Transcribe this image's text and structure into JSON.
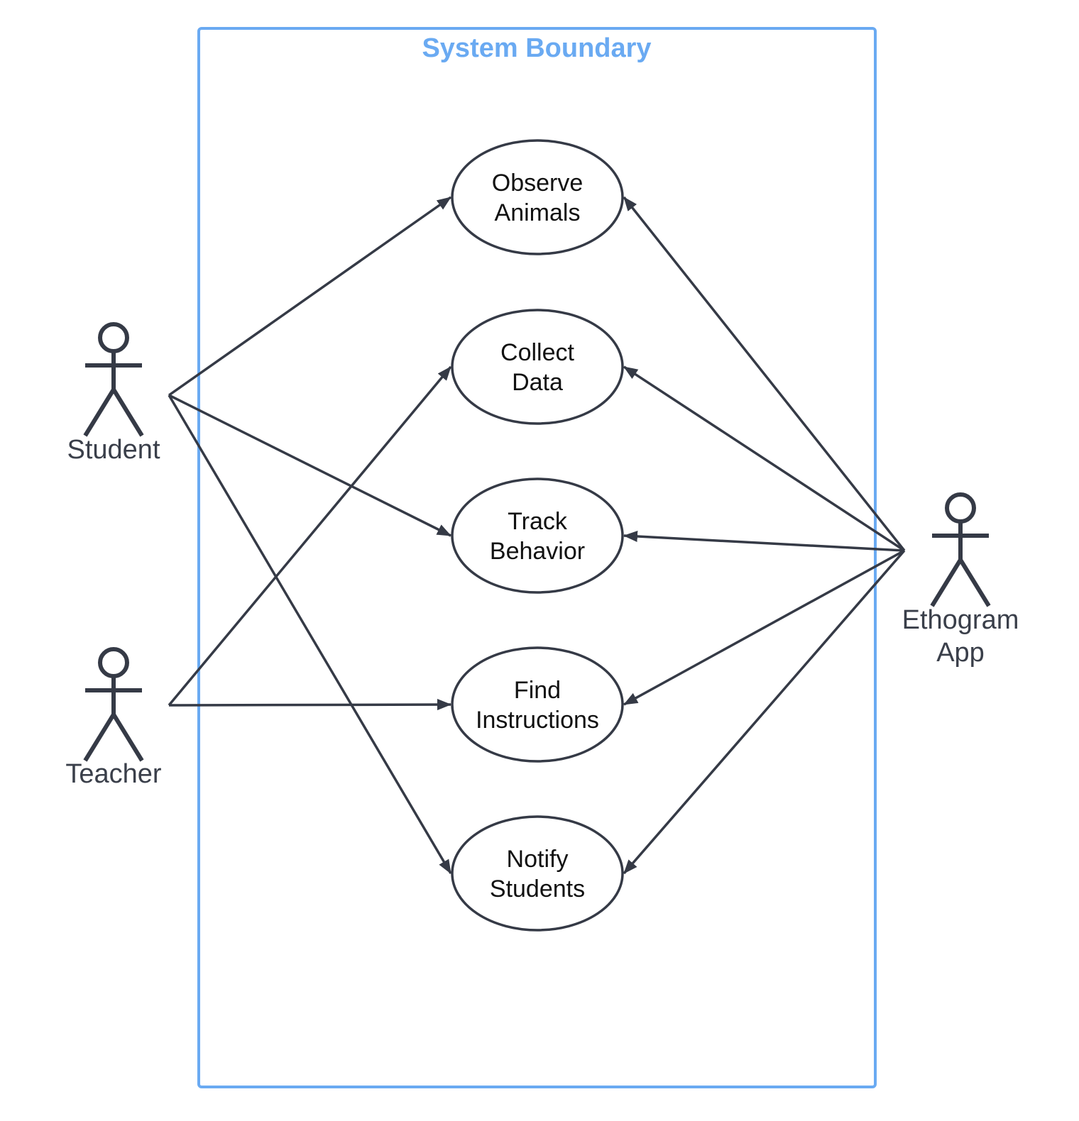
{
  "colors": {
    "boundary": "#6aaaf2",
    "stroke": "#353a46",
    "text": "#111111",
    "actor_text": "#3a3f4a",
    "background": "#ffffff"
  },
  "boundary": {
    "title": "System Boundary"
  },
  "use_cases": [
    {
      "id": "observe",
      "lines": [
        "Observe",
        "Animals"
      ]
    },
    {
      "id": "collect",
      "lines": [
        "Collect",
        "Data"
      ]
    },
    {
      "id": "track",
      "lines": [
        "Track",
        "Behavior"
      ]
    },
    {
      "id": "find",
      "lines": [
        "Find",
        "Instructions"
      ]
    },
    {
      "id": "notify",
      "lines": [
        "Notify",
        "Students"
      ]
    }
  ],
  "actors": [
    {
      "id": "student",
      "lines": [
        "Student"
      ]
    },
    {
      "id": "teacher",
      "lines": [
        "Teacher"
      ]
    },
    {
      "id": "ethogram",
      "lines": [
        "Ethogram",
        "App"
      ]
    }
  ],
  "associations": [
    {
      "from": "student",
      "to": "observe"
    },
    {
      "from": "student",
      "to": "track"
    },
    {
      "from": "student",
      "to": "notify"
    },
    {
      "from": "teacher",
      "to": "collect"
    },
    {
      "from": "teacher",
      "to": "find"
    },
    {
      "from": "ethogram",
      "to": "observe"
    },
    {
      "from": "ethogram",
      "to": "collect"
    },
    {
      "from": "ethogram",
      "to": "track"
    },
    {
      "from": "ethogram",
      "to": "find"
    },
    {
      "from": "ethogram",
      "to": "notify"
    }
  ]
}
